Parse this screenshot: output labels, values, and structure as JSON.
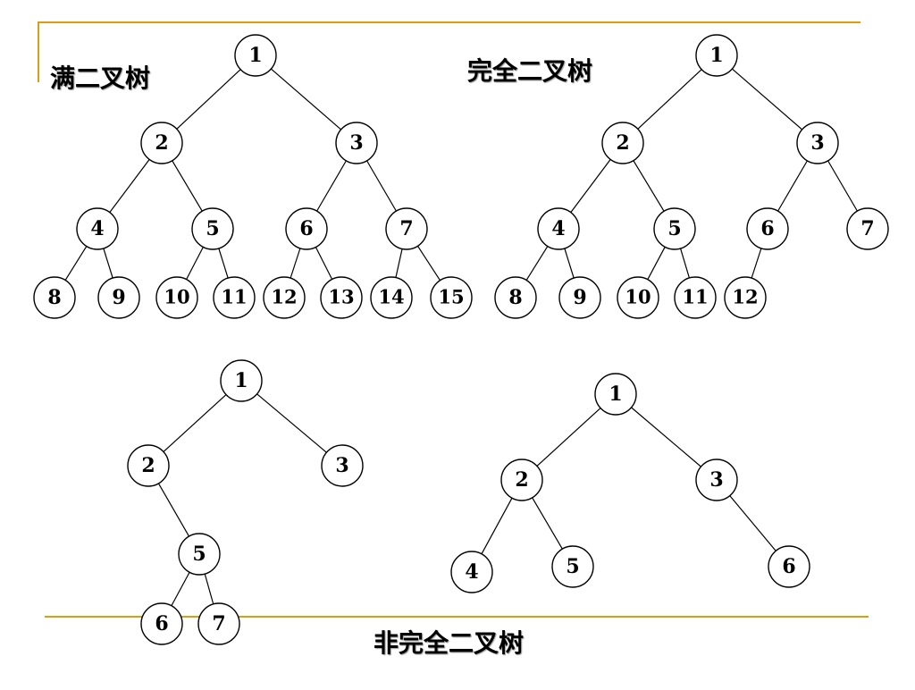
{
  "slide": {
    "accent_color": "#d4a017",
    "captions": {
      "full": "满二叉树",
      "complete": "完全二叉树",
      "non_complete": "非完全二叉树"
    }
  },
  "trees": [
    {
      "id": "full-binary-tree",
      "nodes": [
        "1",
        "2",
        "3",
        "4",
        "5",
        "6",
        "7",
        "8",
        "9",
        "10",
        "11",
        "12",
        "13",
        "14",
        "15"
      ],
      "edges": [
        [
          "1",
          "2"
        ],
        [
          "1",
          "3"
        ],
        [
          "2",
          "4"
        ],
        [
          "2",
          "5"
        ],
        [
          "3",
          "6"
        ],
        [
          "3",
          "7"
        ],
        [
          "4",
          "8"
        ],
        [
          "4",
          "9"
        ],
        [
          "5",
          "10"
        ],
        [
          "5",
          "11"
        ],
        [
          "6",
          "12"
        ],
        [
          "6",
          "13"
        ],
        [
          "7",
          "14"
        ],
        [
          "7",
          "15"
        ]
      ]
    },
    {
      "id": "complete-binary-tree",
      "nodes": [
        "1",
        "2",
        "3",
        "4",
        "5",
        "6",
        "7",
        "8",
        "9",
        "10",
        "11",
        "12"
      ],
      "edges": [
        [
          "1",
          "2"
        ],
        [
          "1",
          "3"
        ],
        [
          "2",
          "4"
        ],
        [
          "2",
          "5"
        ],
        [
          "3",
          "6"
        ],
        [
          "3",
          "7"
        ],
        [
          "4",
          "8"
        ],
        [
          "4",
          "9"
        ],
        [
          "5",
          "10"
        ],
        [
          "5",
          "11"
        ],
        [
          "6",
          "12"
        ]
      ]
    },
    {
      "id": "non-complete-tree-a",
      "nodes": [
        "1",
        "2",
        "3",
        "5",
        "6",
        "7"
      ],
      "edges": [
        [
          "1",
          "2"
        ],
        [
          "1",
          "3"
        ],
        [
          "2",
          "5"
        ],
        [
          "5",
          "6"
        ],
        [
          "5",
          "7"
        ]
      ]
    },
    {
      "id": "non-complete-tree-b",
      "nodes": [
        "1",
        "2",
        "3",
        "4",
        "5",
        "6"
      ],
      "edges": [
        [
          "1",
          "2"
        ],
        [
          "1",
          "3"
        ],
        [
          "2",
          "4"
        ],
        [
          "2",
          "5"
        ],
        [
          "3",
          "6"
        ]
      ]
    }
  ]
}
